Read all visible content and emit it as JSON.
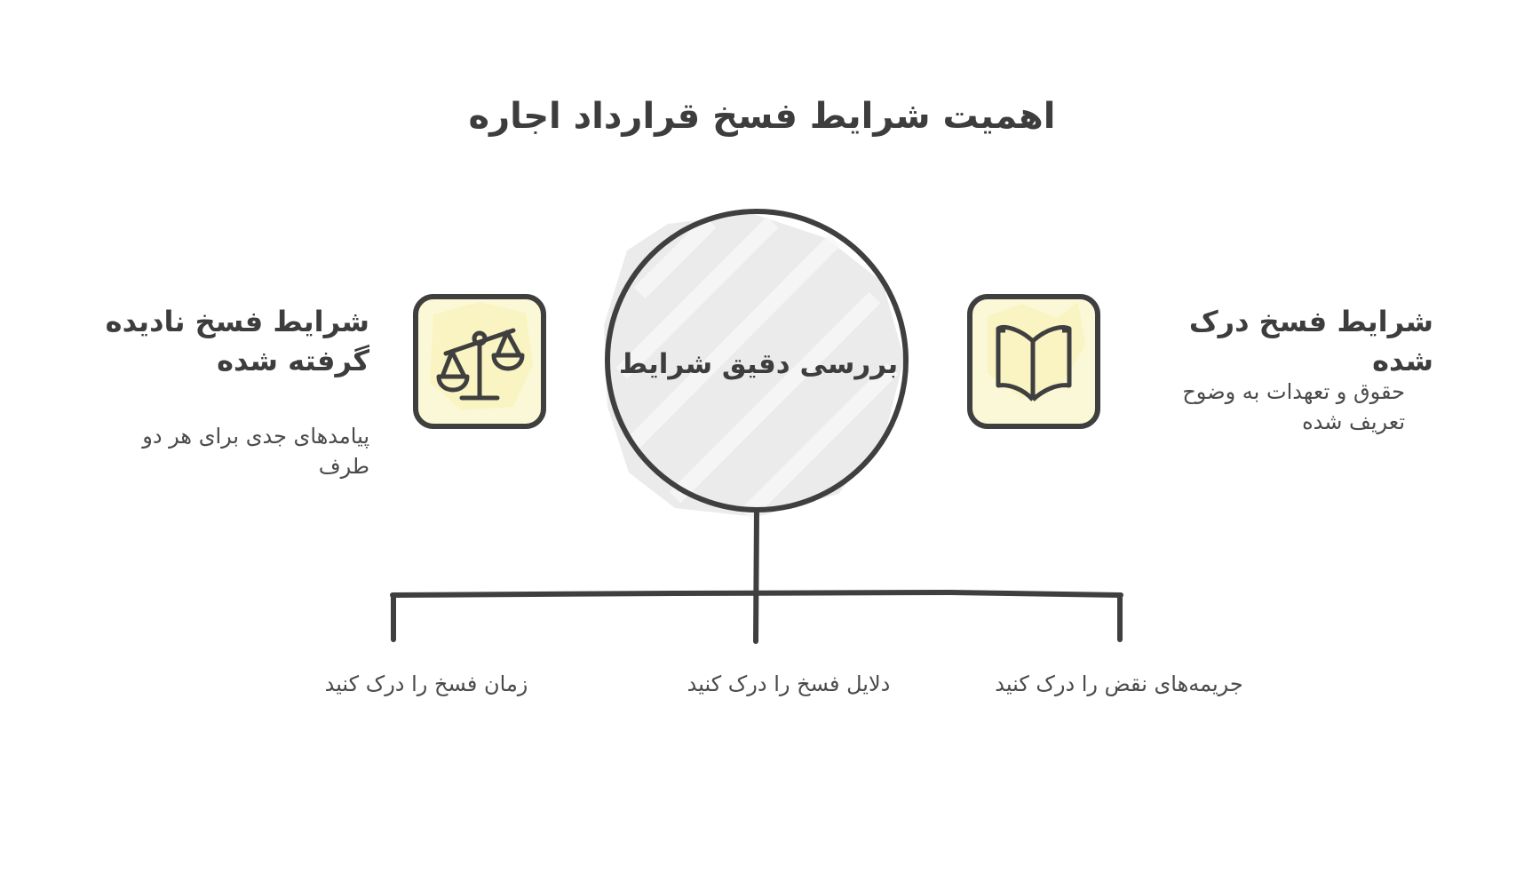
{
  "title": "اهمیت شرایط فسخ قرارداد اجاره",
  "center": {
    "label": "بررسی دقیق شرایط"
  },
  "right_card": {
    "heading": "شرایط فسخ درک شده",
    "description": "حقوق و تعهدات به وضوح تعریف شده",
    "icon": "open-book-icon"
  },
  "left_card": {
    "heading": "شرایط فسخ نادیده گرفته شده",
    "description": "پیامدهای جدی برای هر دو طرف",
    "icon": "scales-icon"
  },
  "branches": [
    {
      "label": "زمان فسخ را درک کنید"
    },
    {
      "label": "دلایل فسخ را درک کنید"
    },
    {
      "label": "جریمه‌های نقض را درک کنید"
    }
  ],
  "colors": {
    "stroke": "#3f3f3f",
    "circle_fill": "#ececec",
    "icon_bg": "#fbf8d8"
  }
}
